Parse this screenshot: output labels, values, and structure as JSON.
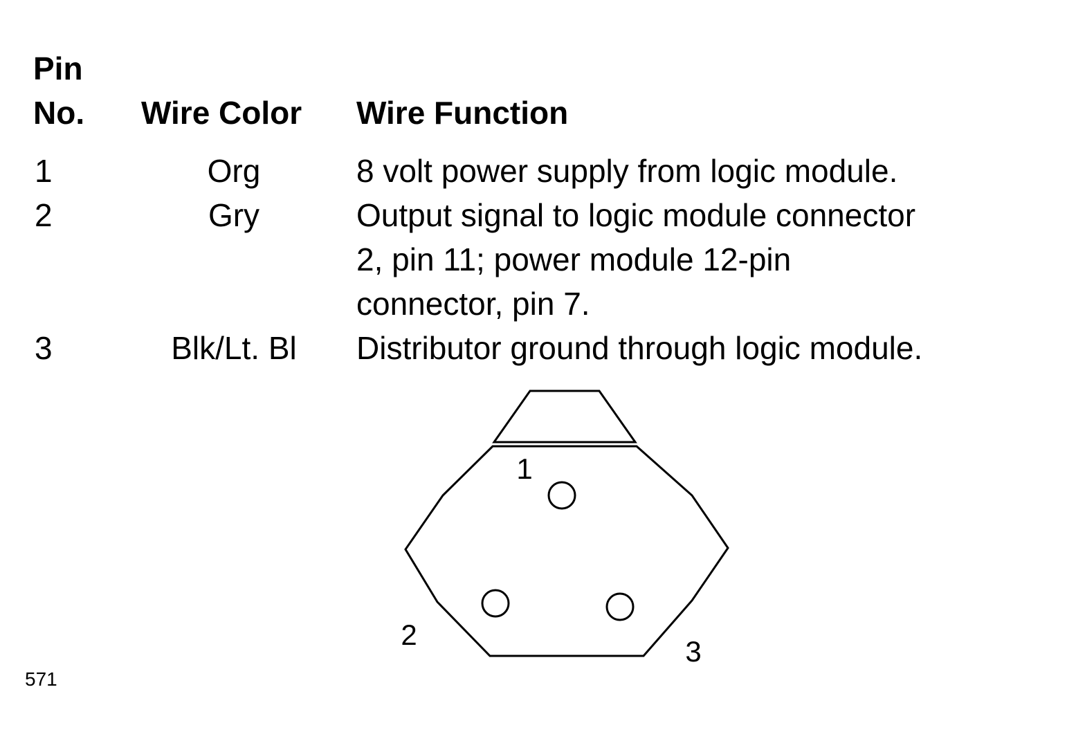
{
  "table": {
    "headers": {
      "pin_line1": "Pin",
      "pin_line2": "No.",
      "wire_color": "Wire Color",
      "wire_function": "Wire Function"
    },
    "rows": [
      {
        "pin": "1",
        "color": "Org",
        "function_lines": [
          "8 volt power supply from logic module."
        ]
      },
      {
        "pin": "2",
        "color": "Gry",
        "function_lines": [
          "Output signal to logic module connector",
          "2, pin 11; power module 12-pin",
          "connector, pin 7."
        ]
      },
      {
        "pin": "3",
        "color": "Blk/Lt. Bl",
        "function_lines": [
          "Distributor ground through logic module."
        ]
      }
    ]
  },
  "connector": {
    "pin_labels": [
      "1",
      "2",
      "3"
    ]
  },
  "figure_number": "571"
}
